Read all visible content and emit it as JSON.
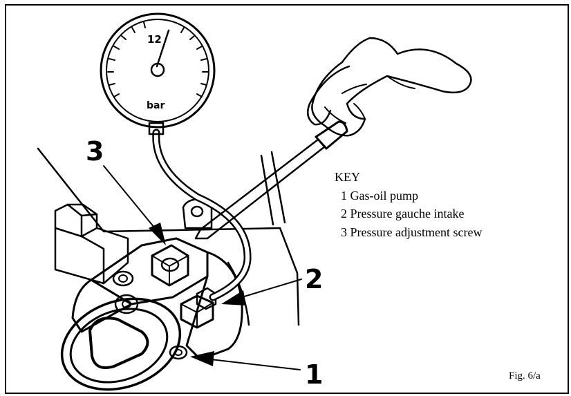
{
  "gauge": {
    "value": "12",
    "unit": "bar"
  },
  "callouts": [
    "3",
    "2",
    "1"
  ],
  "key": {
    "title": "KEY",
    "items": [
      "1 Gas-oil pump",
      "2 Pressure gauche intake",
      "3 Pressure adjustment screw"
    ]
  },
  "figure_label": "Fig. 6/a"
}
